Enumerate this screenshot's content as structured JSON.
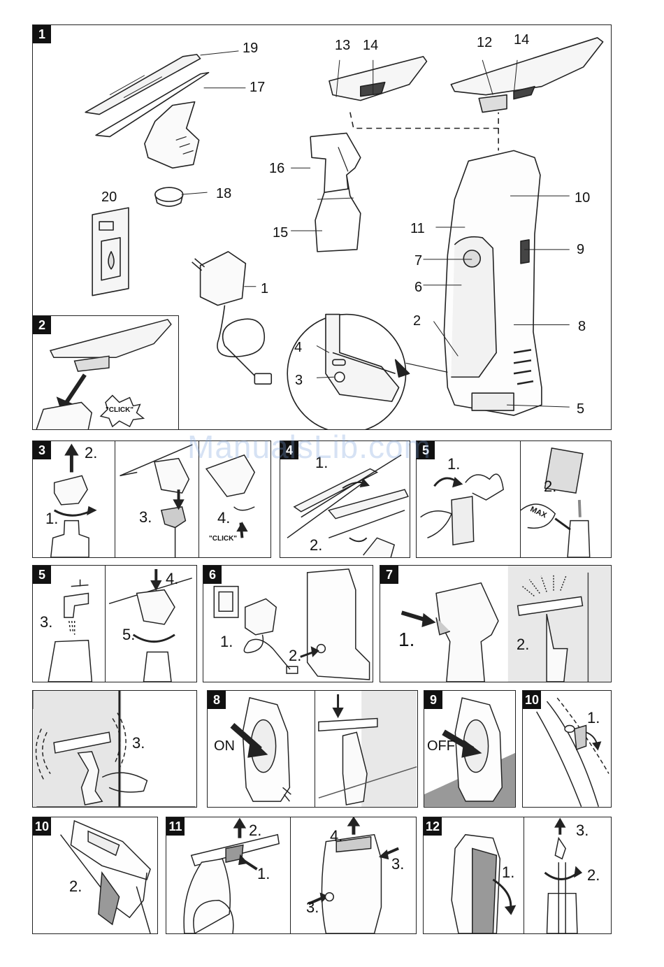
{
  "watermark": "ManualsLib.com",
  "fig1": {
    "badge": "1",
    "callouts": [
      "19",
      "17",
      "13",
      "14",
      "12",
      "14",
      "16",
      "20",
      "18",
      "15",
      "10",
      "11",
      "9",
      "7",
      "6",
      "1",
      "2",
      "8",
      "4",
      "3",
      "5"
    ]
  },
  "fig2": {
    "badge": "2",
    "click": "\"CLICK\""
  },
  "fig3": {
    "badge": "3",
    "steps": [
      "2.",
      "1.",
      "3.",
      "4."
    ],
    "click": "\"CLICK\""
  },
  "fig4": {
    "badge": "4",
    "steps": [
      "1.",
      "2."
    ]
  },
  "fig5a": {
    "badge": "5",
    "steps": [
      "1.",
      "2."
    ],
    "max": "MAX"
  },
  "fig5b": {
    "badge": "5",
    "steps": [
      "4.",
      "3.",
      "5."
    ]
  },
  "fig6": {
    "badge": "6",
    "steps": [
      "1.",
      "2."
    ]
  },
  "fig7a": {
    "badge": "7",
    "steps": [
      "1.",
      "2."
    ]
  },
  "fig7b": {
    "badge": "7",
    "steps": [
      "3."
    ]
  },
  "fig8": {
    "badge": "8",
    "on": "ON"
  },
  "fig9": {
    "badge": "9",
    "off": "OFF"
  },
  "fig10a": {
    "badge": "10",
    "steps": [
      "1."
    ]
  },
  "fig10b": {
    "badge": "10",
    "steps": [
      "2."
    ]
  },
  "fig11": {
    "badge": "11",
    "steps": [
      "2.",
      "1.",
      "4.",
      "3.",
      "3."
    ]
  },
  "fig12": {
    "badge": "12",
    "steps": [
      "3.",
      "1.",
      "2."
    ]
  }
}
